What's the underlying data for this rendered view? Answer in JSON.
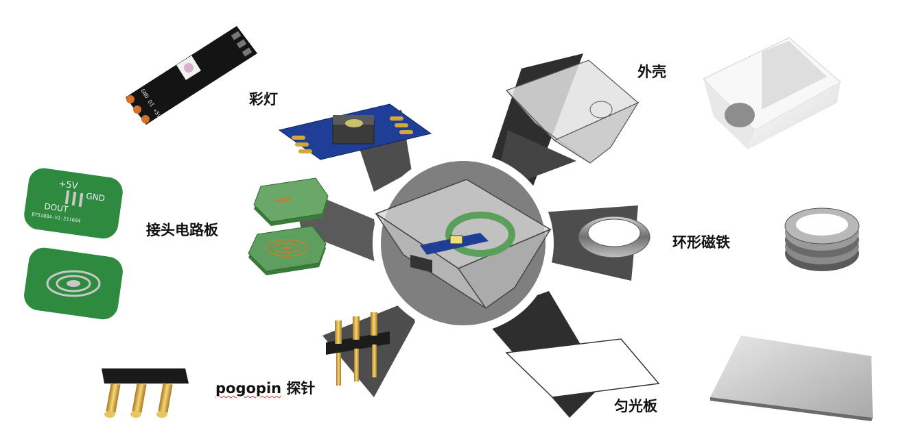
{
  "labels": {
    "led": "彩灯",
    "shell": "外壳",
    "connector_pcb": "接头电路板",
    "ring_magnet": "环形磁铁",
    "pogopin_word": "pogopin",
    "pogopin_cn": "探针",
    "diffuser": "匀光板"
  },
  "pcb_silkscreen": {
    "plus5v": "+5V",
    "gnd": "GND",
    "dout": "DOUT",
    "code": "BT51084-V1-211004",
    "led_pins": "GND DI +5V"
  },
  "colors": {
    "hub": "#7f7f7f",
    "wedge": "#4d4d4d",
    "wedge_dark": "#2e2e2e",
    "pcb_green": "#2d8a3e",
    "pcb_green_light": "#5aa05a",
    "led_board_blue": "#1f3f96",
    "gold": "#d4a73a",
    "magnet_grey": "#9a9a9a",
    "shell_white": "#f2f2f2"
  }
}
